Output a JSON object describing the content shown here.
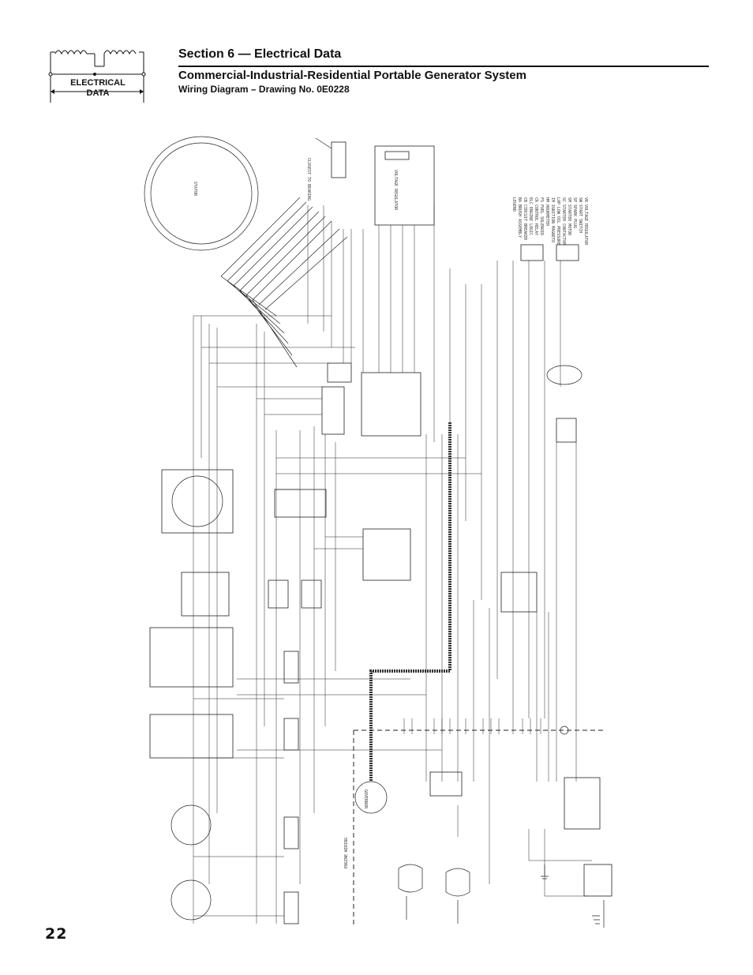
{
  "header": {
    "logo_label_line1": "ELECTRICAL",
    "logo_label_line2": "DATA",
    "section_title": "Section 6 — Electrical Data",
    "subtitle": "Commercial-Industrial-Residential Portable Generator System",
    "drawing_label": "Wiring Diagram –  Drawing No. 0E0228"
  },
  "diagram": {
    "stator_label": "STATOR",
    "closest_to_bearing_label": "CLOSEST TO BEARING",
    "voltage_regulator_label": "VOLTAGE REGULATOR",
    "engine_wiring_label": "ENGINE WIRING",
    "governor_label": "GOVERNOR",
    "legend_lines": [
      "LEGEND",
      "BA  BRUSH ASSEMBLY",
      "CB  CIRCUIT BREAKER",
      "ELC ENGINE LOGIC",
      "CR  CONTROL RELAY",
      "FS  FUEL SOLENOID",
      "HM  HOURMETER",
      "IM  IGNITION MAGNETO",
      "LOP LOW OIL PRESSURE",
      "SC  STARTER CONTACTOR",
      "SM  STARTER MOTOR",
      "SP  SPARK PLUG",
      "SW  START SWITCH",
      "VR  VOLTAGE REGULATOR"
    ]
  },
  "footer": {
    "page_number": "22"
  }
}
